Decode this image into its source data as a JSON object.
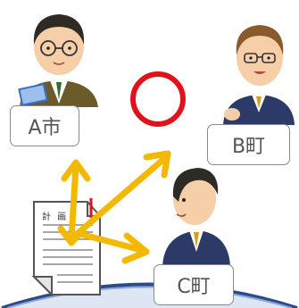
{
  "labels": {
    "a": "A市",
    "b": "B町",
    "c": "C町"
  },
  "document": {
    "title": "計 画"
  },
  "icons": {
    "person_a": "person-with-glasses-and-book-icon",
    "person_b": "person-with-glasses-icon",
    "person_c": "person-side-view-icon",
    "plan_document": "document-icon",
    "approval_mark": "red-circle-icon",
    "arrows": "bidirectional-arrow-icon"
  },
  "colors": {
    "arrow": "#f5b800",
    "circle": "#e2121b",
    "suit": "#2b3a67",
    "arc": "#2a4a8c"
  }
}
